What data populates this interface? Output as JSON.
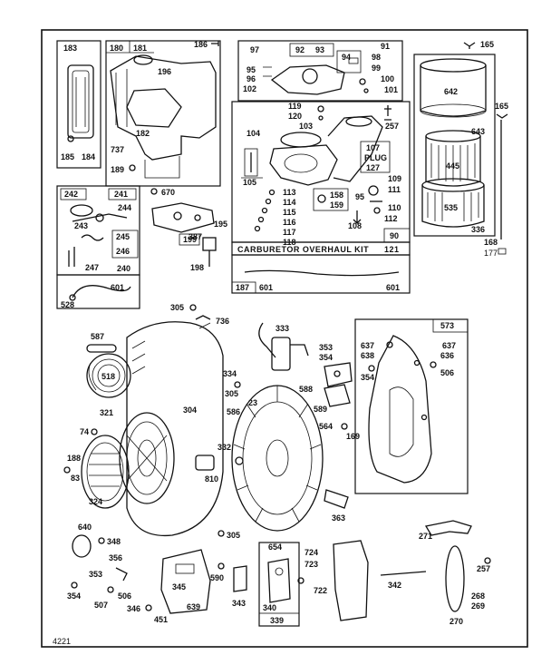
{
  "diagram_code": "4221",
  "kit_title": "CARBURETOR OVERHAUL KIT",
  "kit_num": "121",
  "plug_label": "PLUG",
  "ref_box": "177",
  "boxes": {
    "b183": "183",
    "b180": "180",
    "b181": "181",
    "b182": "182",
    "b91": "91",
    "b92": "92",
    "b93": "93",
    "b94": "94",
    "b107": "107",
    "b127": "127",
    "b90": "90",
    "b336": "336",
    "b241": "241",
    "b242": "242",
    "b240": "240",
    "b245": "245",
    "b246": "246",
    "b199": "199",
    "b528": "528",
    "b187": "187",
    "b573": "573",
    "b339": "339"
  },
  "callouts": [
    {
      "id": "c186",
      "text": "186"
    },
    {
      "id": "c165a",
      "text": "165"
    },
    {
      "id": "c97",
      "text": "97"
    },
    {
      "id": "c98",
      "text": "98"
    },
    {
      "id": "c99",
      "text": "99"
    },
    {
      "id": "c95a",
      "text": "95"
    },
    {
      "id": "c96",
      "text": "96"
    },
    {
      "id": "c102",
      "text": "102"
    },
    {
      "id": "c100",
      "text": "100"
    },
    {
      "id": "c101",
      "text": "101"
    },
    {
      "id": "c642",
      "text": "642"
    },
    {
      "id": "c165b",
      "text": "165"
    },
    {
      "id": "c196a",
      "text": "196"
    },
    {
      "id": "c119",
      "text": "119"
    },
    {
      "id": "c120",
      "text": "120"
    },
    {
      "id": "c103",
      "text": "103"
    },
    {
      "id": "c104",
      "text": "104"
    },
    {
      "id": "c257a",
      "text": "257"
    },
    {
      "id": "c643",
      "text": "643"
    },
    {
      "id": "c445",
      "text": "445"
    },
    {
      "id": "c535",
      "text": "535"
    },
    {
      "id": "c185",
      "text": "185"
    },
    {
      "id": "c184",
      "text": "184"
    },
    {
      "id": "c737",
      "text": "737"
    },
    {
      "id": "c189",
      "text": "189"
    },
    {
      "id": "c670",
      "text": "670"
    },
    {
      "id": "c105",
      "text": "105"
    },
    {
      "id": "c109",
      "text": "109"
    },
    {
      "id": "c111",
      "text": "111"
    },
    {
      "id": "c113",
      "text": "113"
    },
    {
      "id": "c114",
      "text": "114"
    },
    {
      "id": "c115",
      "text": "115"
    },
    {
      "id": "c116",
      "text": "116"
    },
    {
      "id": "c117",
      "text": "117"
    },
    {
      "id": "c118",
      "text": "118"
    },
    {
      "id": "c158",
      "text": "158"
    },
    {
      "id": "c159",
      "text": "159"
    },
    {
      "id": "c95b",
      "text": "95"
    },
    {
      "id": "c108",
      "text": "108"
    },
    {
      "id": "c110",
      "text": "110"
    },
    {
      "id": "c112",
      "text": "112"
    },
    {
      "id": "c168",
      "text": "168"
    },
    {
      "id": "c244",
      "text": "244"
    },
    {
      "id": "c243",
      "text": "243"
    },
    {
      "id": "c247",
      "text": "247"
    },
    {
      "id": "c387",
      "text": "387"
    },
    {
      "id": "c195",
      "text": "195"
    },
    {
      "id": "c198",
      "text": "198"
    },
    {
      "id": "c601a",
      "text": "601"
    },
    {
      "id": "c601b",
      "text": "601"
    },
    {
      "id": "c601c",
      "text": "601"
    },
    {
      "id": "c305a",
      "text": "305"
    },
    {
      "id": "c736",
      "text": "736"
    },
    {
      "id": "c333",
      "text": "333"
    },
    {
      "id": "c587",
      "text": "587"
    },
    {
      "id": "c518",
      "text": "518"
    },
    {
      "id": "c353a",
      "text": "353"
    },
    {
      "id": "c354a",
      "text": "354"
    },
    {
      "id": "c637a",
      "text": "637"
    },
    {
      "id": "c638",
      "text": "638"
    },
    {
      "id": "c354b",
      "text": "354"
    },
    {
      "id": "c637b",
      "text": "637"
    },
    {
      "id": "c636",
      "text": "636"
    },
    {
      "id": "c506a",
      "text": "506"
    },
    {
      "id": "c334",
      "text": "334"
    },
    {
      "id": "c305b",
      "text": "305"
    },
    {
      "id": "c23",
      "text": "23"
    },
    {
      "id": "c304",
      "text": "304"
    },
    {
      "id": "c586",
      "text": "586"
    },
    {
      "id": "c588",
      "text": "588"
    },
    {
      "id": "c589",
      "text": "589"
    },
    {
      "id": "c321",
      "text": "321"
    },
    {
      "id": "c74",
      "text": "74"
    },
    {
      "id": "c564",
      "text": "564"
    },
    {
      "id": "c169",
      "text": "169"
    },
    {
      "id": "c332",
      "text": "332"
    },
    {
      "id": "c188",
      "text": "188"
    },
    {
      "id": "c83",
      "text": "83"
    },
    {
      "id": "c810",
      "text": "810"
    },
    {
      "id": "c324",
      "text": "324"
    },
    {
      "id": "c363",
      "text": "363"
    },
    {
      "id": "c305c",
      "text": "305"
    },
    {
      "id": "c271",
      "text": "271"
    },
    {
      "id": "c640",
      "text": "640"
    },
    {
      "id": "c348",
      "text": "348"
    },
    {
      "id": "c654",
      "text": "654"
    },
    {
      "id": "c724",
      "text": "724"
    },
    {
      "id": "c356",
      "text": "356"
    },
    {
      "id": "c723",
      "text": "723"
    },
    {
      "id": "c353b",
      "text": "353"
    },
    {
      "id": "c590",
      "text": "590"
    },
    {
      "id": "c722",
      "text": "722"
    },
    {
      "id": "c342",
      "text": "342"
    },
    {
      "id": "c257b",
      "text": "257"
    },
    {
      "id": "c354c",
      "text": "354"
    },
    {
      "id": "c507",
      "text": "507"
    },
    {
      "id": "c506b",
      "text": "506"
    },
    {
      "id": "c345",
      "text": "345"
    },
    {
      "id": "c343",
      "text": "343"
    },
    {
      "id": "c268",
      "text": "268"
    },
    {
      "id": "c269",
      "text": "269"
    },
    {
      "id": "c346",
      "text": "346"
    },
    {
      "id": "c451",
      "text": "451"
    },
    {
      "id": "c639",
      "text": "639"
    },
    {
      "id": "c340",
      "text": "340"
    },
    {
      "id": "c270",
      "text": "270"
    }
  ]
}
